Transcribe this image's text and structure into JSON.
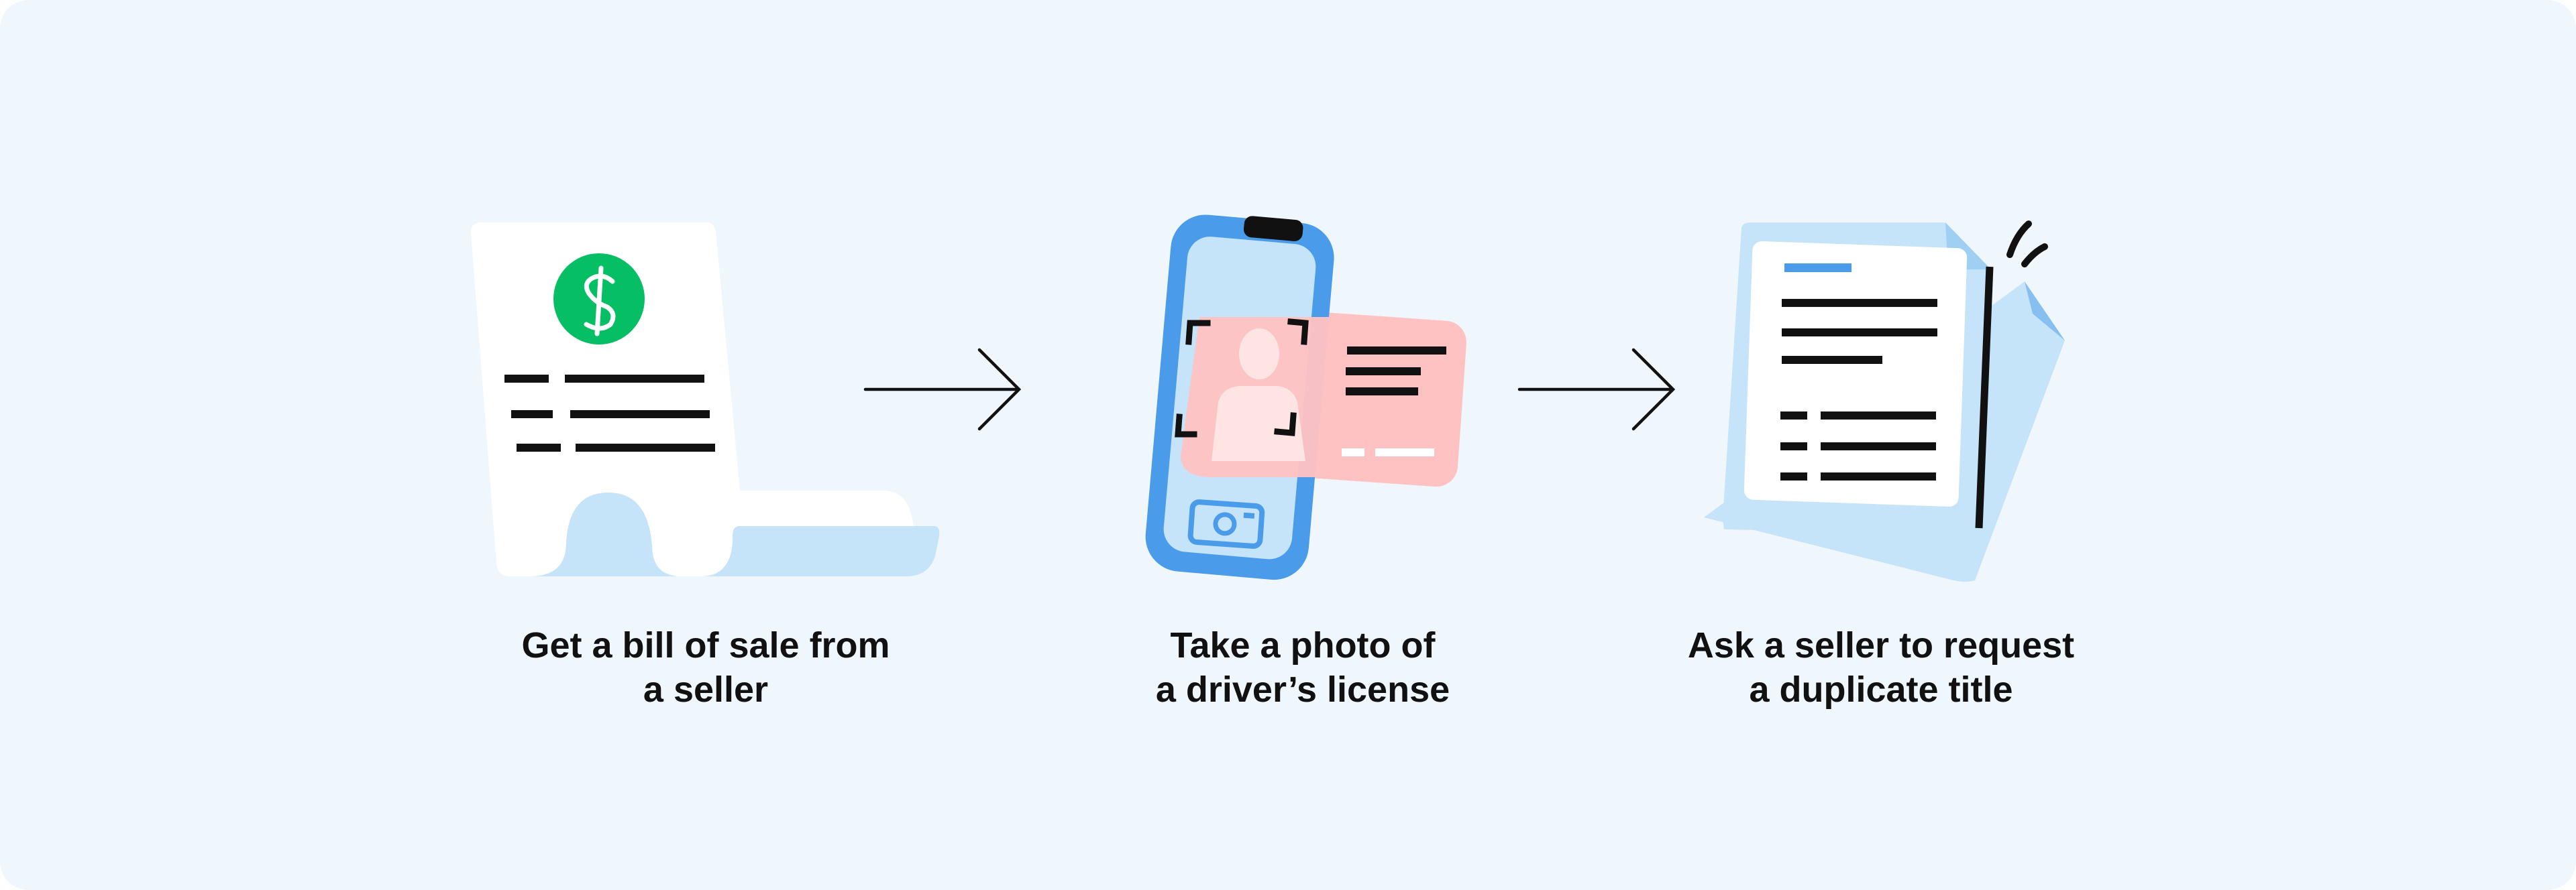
{
  "steps": [
    {
      "line1": "Get a bill of sale from",
      "line2": "a seller",
      "icon": "bill-of-sale-icon"
    },
    {
      "line1": "Take a photo of",
      "line2": "a driver’s license",
      "icon": "phone-license-photo-icon"
    },
    {
      "line1": "Ask a seller to request",
      "line2": "a duplicate title",
      "icon": "duplicate-title-icon"
    }
  ],
  "colors": {
    "background": "#eff7fd",
    "light_blue": "#c5e3f9",
    "blue": "#4a9be9",
    "green": "#06be63",
    "pink": "#ffc2c2",
    "ink": "#111111"
  }
}
